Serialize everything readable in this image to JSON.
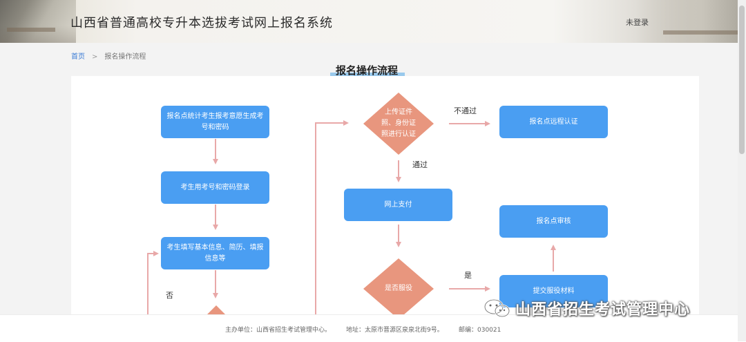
{
  "header": {
    "title": "山西省普通高校专升本选拔考试网上报名系统",
    "login_status": "未登录"
  },
  "breadcrumb": {
    "home": "首页",
    "separator": ">",
    "current": "报名操作流程"
  },
  "page": {
    "title": "报名操作流程"
  },
  "flow": {
    "step1": "报名点统计考生报考意愿生成考号和密码",
    "step2": "考生用考号和密码登录",
    "step3": "考生填写基本信息、简历、填报信息等",
    "decision_upload": "上传证件照、身份证照进行认证",
    "remote_auth": "报名点远程认证",
    "online_pay": "网上支付",
    "decision_service": "是否服役",
    "submit_service": "提交服役材料",
    "site_review": "报名点审核",
    "label_fail": "不通过",
    "label_pass": "通过",
    "label_yes": "是",
    "label_no": "否"
  },
  "footer": {
    "organizer": "主办单位：山西省招生考试管理中心。",
    "address": "地址：太原市晋源区泉泉北街9号。",
    "postcode": "邮编：030021"
  },
  "watermark": {
    "text": "山西省招生考试管理中心"
  },
  "colors": {
    "box_blue": "#4a9ef2",
    "diamond_salmon": "#e8967e",
    "arrow_pink": "#e8a8a8",
    "link_blue": "#3a7bd5"
  }
}
